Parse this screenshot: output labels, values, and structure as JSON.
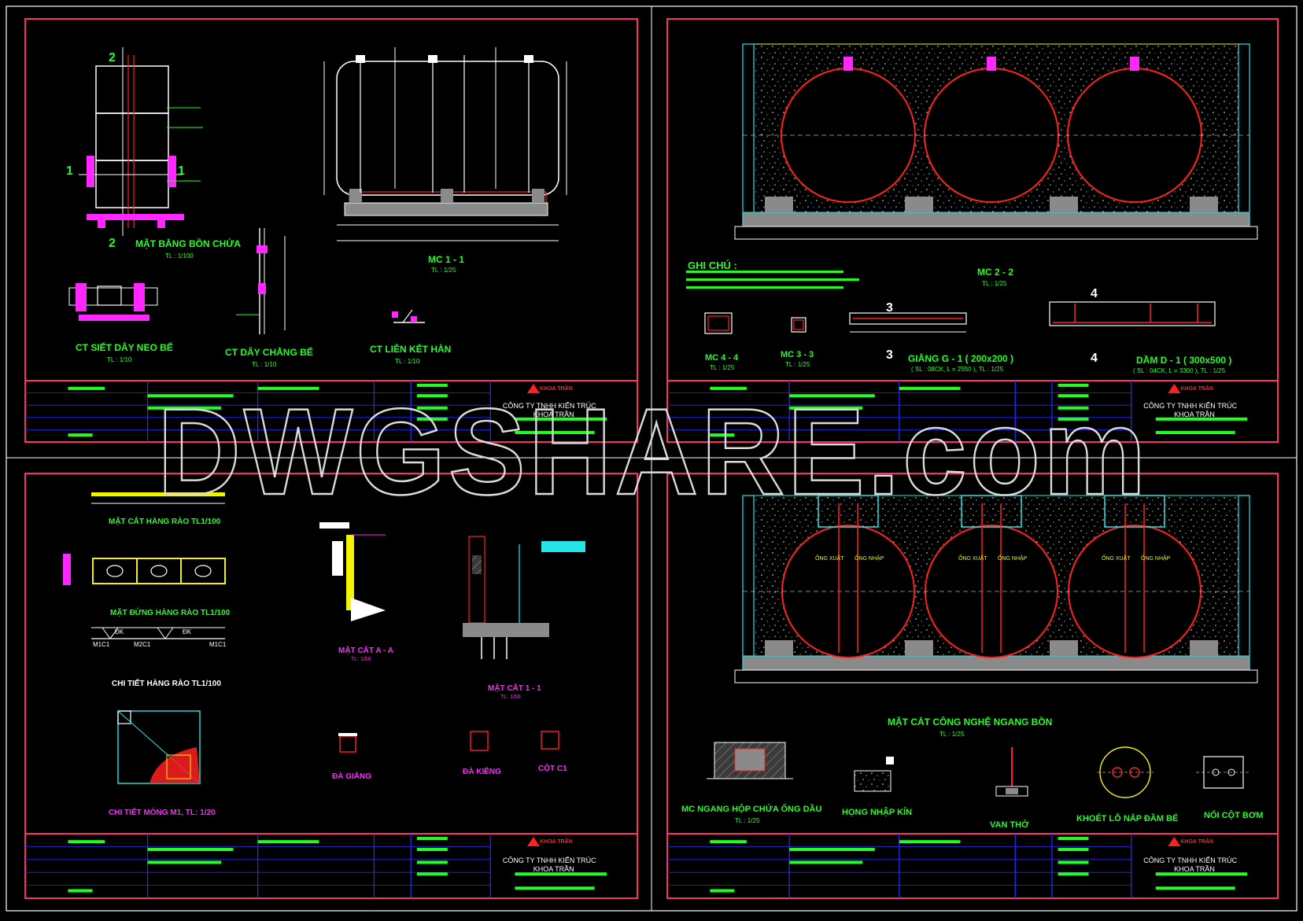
{
  "colors": {
    "background": "#000000",
    "frame": "#ff2f6a",
    "titleblock_line": "#2b2bff",
    "label": "#21ff21",
    "vessel": "#ff2020",
    "concrete": "#8a8a8a",
    "cyan": "#27e4e8",
    "magenta": "#ff27ff",
    "yellow": "#f4f400",
    "white": "#ffffff"
  },
  "watermark": "DWGSHARE.com",
  "company": {
    "line1": "CÔNG TY TNHH KIẾN TRÚC",
    "line2": "KHOA TRẦN",
    "logo": "KHOA TRẦN"
  },
  "sheets": {
    "top_left": {
      "labels": {
        "plan": "MẶT BẰNG BỒN CHỨA",
        "plan_scale": "TL : 1/100",
        "mc11": "MC 1 - 1",
        "mc11_scale": "TL : 1/25",
        "ct_siet": "CT SIẾT DÂY NEO BỂ",
        "ct_siet_scale": "TL : 1/10",
        "ct_day": "CT DÂY CHẰNG BỂ",
        "ct_day_scale": "TL : 1/10",
        "ct_lien": "CT LIÊN KẾT HÀN",
        "ct_lien_scale": "TL : 1/10",
        "sec_2": "2",
        "sec_1": "1"
      }
    },
    "top_right": {
      "labels": {
        "ghichu": "GHI CHÚ :",
        "mc22": "MC 2 - 2",
        "mc22_scale": "TL : 1/25",
        "mc44": "MC 4 - 4",
        "mc44_scale": "TL : 1/25",
        "mc33": "MC 3 - 3",
        "mc33_scale": "TL : 1/25",
        "giang": "GIẰNG G - 1 ( 200x200 )",
        "giang_sub": "( SL : 08CK, L = 2550 ), TL : 1/25",
        "dam": "DẦM D - 1 ( 300x500 )",
        "dam_sub": "( SL : 04CK, L = 3300 ), TL : 1/25",
        "sec_3": "3",
        "sec_4": "4"
      }
    },
    "bottom_left": {
      "labels": {
        "mc_hang_rao": "MẶT CẮT HÀNG RÀO TL1/100",
        "md_hang_rao": "MẶT ĐỨNG HÀNG RÀO TL1/100",
        "ct_hang_rao": "CHI TIẾT HÀNG RÀO TL1/100",
        "mong": "CHI TIẾT MÓNG M1, TL: 1/20",
        "mc_aa": "MẶT CẮT A - A",
        "mc_aa_scale": "TL: 1/50",
        "mc_11b": "MẶT CẮT 1 - 1",
        "mc_11b_scale": "TL: 1/50",
        "da_giang": "ĐÀ GIẰNG",
        "da_kieng": "ĐÀ KIỀNG",
        "cot": "CỘT C1",
        "m1c1": "M1C1",
        "m2c1": "M2C1",
        "dk": "ĐK"
      }
    },
    "bottom_right": {
      "labels": {
        "mc_cong_nghe": "MẶT CẮT CÔNG NGHỆ NGANG BỒN",
        "mc_cong_nghe_scale": "TL : 1/25",
        "mc_hop": "MC NGANG HỘP CHỨA ỐNG DẦU",
        "mc_hop_scale": "TL : 1/25",
        "hong": "HỌNG NHẬP KÍN",
        "van": "VAN THỞ",
        "khoet": "KHOÉT LỖ NẮP ĐẦM BỂ",
        "noi": "NỐI CỘT BƠM",
        "ong_xuat": "ỐNG XUẤT",
        "ong_nhap": "ỐNG NHẬP"
      }
    }
  }
}
